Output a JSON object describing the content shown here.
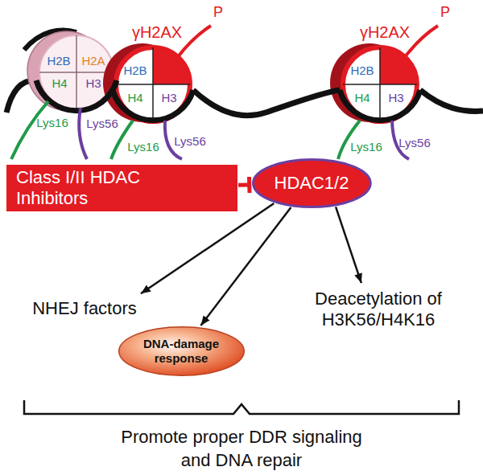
{
  "diagram": {
    "nodes": [
      {
        "text": [
          "Class I/II HDAC Inhibitors"
        ]
      },
      {
        "text": [
          "HDAC1/2"
        ]
      },
      {
        "text": [
          "NHEJ factors"
        ]
      },
      {
        "text": [
          "DNA-damage response"
        ]
      },
      {
        "text": [
          "Deacetylation of H3K56/H4K16"
        ]
      }
    ],
    "edges": [
      {
        "from": 0,
        "to": 1,
        "arrow": "to"
      },
      {
        "from": 1,
        "to": 2,
        "arrow": "to"
      },
      {
        "from": 1,
        "to": 3,
        "arrow": "to"
      },
      {
        "from": 1,
        "to": 4,
        "arrow": "to"
      }
    ],
    "labels": [
      "P",
      "P",
      "γH2AX",
      "γH2AX",
      "H2B",
      "H2A",
      "H4",
      "H3",
      "H2B",
      "H4",
      "H3",
      "H2B",
      "H4",
      "H3",
      "Lys16",
      "Lys56",
      "Lys16",
      "Lys56",
      "Lys16",
      "Lys56",
      "Promote proper DDR signaling and DNA repair"
    ]
  }
}
